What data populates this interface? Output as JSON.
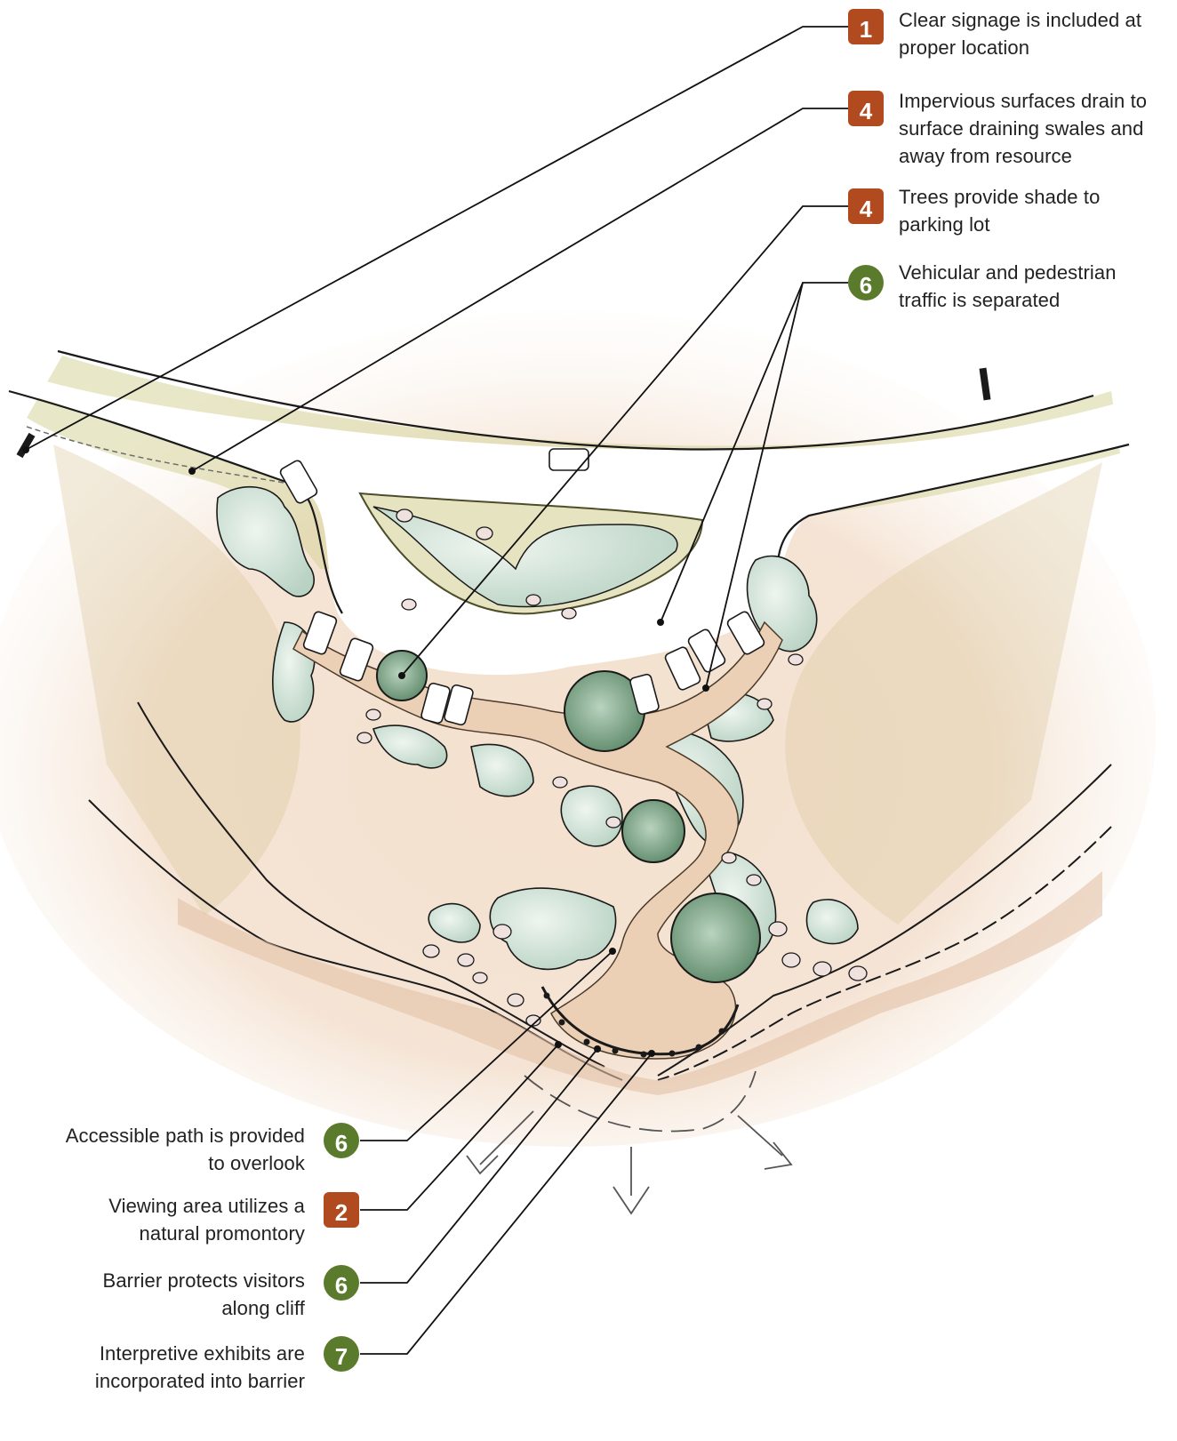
{
  "colors": {
    "rust": "#b24a1f",
    "olive": "#5a7a2c",
    "grass": "#c7c989",
    "soil": "#e6c6a8",
    "path": "#ecd0b6",
    "shrub": "#c9ddd0",
    "tree": "#7fa283",
    "line": "#1a1a1a"
  },
  "callouts_right": [
    {
      "number": "1",
      "badge_shape": "square",
      "badge_color": "rust",
      "line1": "Clear signage is included at",
      "line2": "proper location",
      "line3": ""
    },
    {
      "number": "4",
      "badge_shape": "square",
      "badge_color": "rust",
      "line1": "Impervious surfaces drain to",
      "line2": "surface draining swales and",
      "line3": "away from resource"
    },
    {
      "number": "4",
      "badge_shape": "square",
      "badge_color": "rust",
      "line1": "Trees provide shade to",
      "line2": "parking lot",
      "line3": ""
    },
    {
      "number": "6",
      "badge_shape": "circle",
      "badge_color": "olive",
      "line1": "Vehicular and pedestrian",
      "line2": "traffic is separated",
      "line3": ""
    }
  ],
  "callouts_left": [
    {
      "number": "6",
      "badge_shape": "circle",
      "badge_color": "olive",
      "line1": "Accessible path is provided",
      "line2": "to overlook"
    },
    {
      "number": "2",
      "badge_shape": "square",
      "badge_color": "rust",
      "line1": "Viewing area utilizes a",
      "line2": "natural promontory"
    },
    {
      "number": "6",
      "badge_shape": "circle",
      "badge_color": "olive",
      "line1": "Barrier protects visitors",
      "line2": "along cliff"
    },
    {
      "number": "7",
      "badge_shape": "circle",
      "badge_color": "olive",
      "line1": "Interpretive exhibits are",
      "line2": "incorporated into barrier"
    }
  ]
}
